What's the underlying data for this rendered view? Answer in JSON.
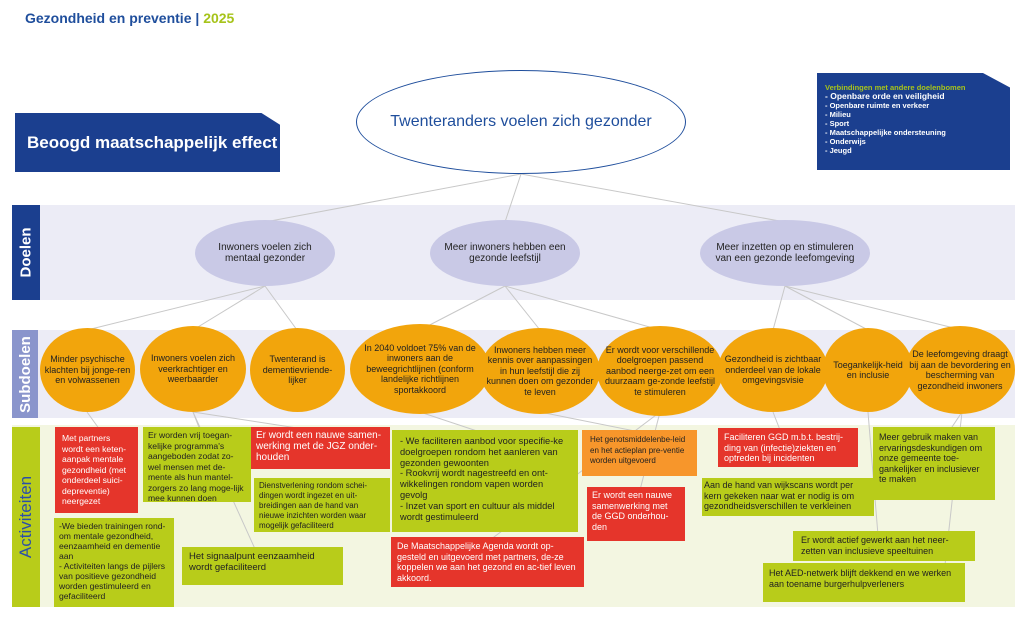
{
  "header": {
    "title": "Gezondheid en preventie",
    "separator": " | ",
    "year": "2025"
  },
  "effect": {
    "label": "Beoogd maatschappelijk effect",
    "statement": "Twenteranders voelen zich gezonder"
  },
  "connections": {
    "heading": "Verbindingen met andere doelenbomen",
    "items": [
      "Openbare orde en veiligheid",
      "Openbare ruimte en verkeer",
      "Milieu",
      "Sport",
      "Maatschappelijke ondersteuning",
      "Onderwijs",
      "Jeugd"
    ]
  },
  "doelen": {
    "label": "Doelen",
    "items": [
      "Inwoners voelen zich mentaal gezonder",
      "Meer inwoners hebben een gezonde leefstijl",
      "Meer inzetten op en stimuleren van een gezonde leefomgeving"
    ]
  },
  "subdoelen": {
    "label": "Subdoelen",
    "items": [
      "Minder psychische klachten bij jonge-ren en volwassenen",
      "Inwoners voelen zich veerkrachtiger en weerbaarder",
      "Twenterand is dementievriende-lijker",
      "In 2040 voldoet 75% van de inwoners aan de beweegrichtlijnen (conform landelijke richtlijnen sportakkoord",
      "Inwoners hebben meer kennis over aanpassingen in hun leefstijl die zij kunnen doen om gezonder te leven",
      "Er wordt voor verschillende doelgroepen passend aanbod neerge-zet om een duurzaam ge-zonde leefstijl te stimuleren",
      "Gezondheid is zichtbaar onderdeel van de lokale omgevingsvisie",
      "Toegankelijk-heid en inclusie",
      "De leefomgeving draagt bij aan de bevordering en bescherming van gezondheid inwoners"
    ]
  },
  "activiteiten": {
    "label": "Activiteiten",
    "items": [
      "Met partners wordt een keten-aanpak mentale gezondheid (met onderdeel suici-depreventie) neergezet",
      "Er worden vrij toegan-kelijke programma's aangeboden zodat zo-wel mensen met de-mente als hun mantel-zorgers zo lang moge-lijk mee kunnen doen",
      "Er wordt een nauwe samen-werking met de JGZ onder-houden",
      "Dienstverlening rondom schei-dingen wordt ingezet en uit-breidingen aan de hand van nieuwe inzichten worden waar mogelijk gefaciliteerd",
      "- We faciliteren aanbod voor specifie-ke doelgroepen rondom het aanleren van gezonden gewoonten\n- Rookvrij wordt nagestreefd en ont-wikkelingen rondom vapen worden gevolg\n- Inzet van sport en cultuur als middel wordt gestimuleerd",
      "Het genotsmiddelenbe-leid en het actieplan pre-ventie worden uitgevoerd",
      "Er wordt een nauwe samenwerking met de GGD onderhou-den",
      "De Maatschappelijke Agenda wordt op-gesteld en uitgevoerd met partners, de-ze koppelen we aan het gezond en ac-tief leven akkoord.",
      "Het signaalpunt eenzaamheid wordt gefaciliteerd",
      "-We bieden trainingen rond-om mentale gezondheid, eenzaamheid en dementie aan\n- Activiteiten langs de pijlers van positieve gezondheid worden gestimuleerd en gefaciliteerd",
      "Faciliteren GGD m.b.t. bestrij-ding van (infectie)ziekten en optreden bij incidenten",
      "Aan de hand van wijkscans wordt per kern gekeken naar wat er nodig is om gezondheidsverschillen te verkleinen",
      "Meer gebruik maken van ervaringsdeskundigen om onze gemeente toe-gankelijker en inclusiever te maken",
      "Er wordt actief gewerkt aan het neer-zetten van inclusieve speeltuinen",
      "Het AED-netwerk blijft dekkend en we werken aan toename burgerhulpverleners"
    ]
  },
  "colors": {
    "blue": "#1b3f8f",
    "green": "#b8cc1a",
    "orange": "#f2a50c",
    "red": "#e5352b",
    "lavender": "#c9c9e6"
  }
}
